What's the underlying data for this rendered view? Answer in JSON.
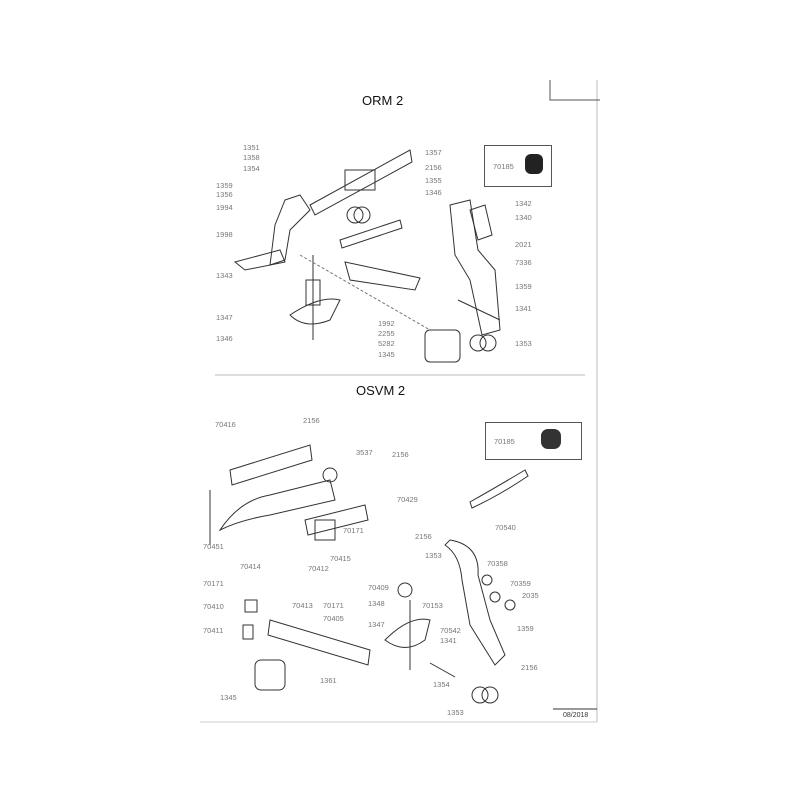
{
  "sections": {
    "orm": {
      "title": "ORM 2",
      "labels": [
        "1351",
        "1358",
        "1354",
        "1359",
        "1356",
        "1994",
        "1998",
        "1343",
        "1347",
        "1346",
        "1992",
        "2255",
        "5282",
        "1345",
        "1357",
        "2156",
        "1355",
        "1346",
        "1342",
        "1340",
        "2021",
        "7336",
        "1359",
        "1341",
        "1353"
      ],
      "inset_label": "70185"
    },
    "osvm": {
      "title": "OSVM 2",
      "labels": [
        "70416",
        "2156",
        "3537",
        "2156",
        "70429",
        "70451",
        "70171",
        "2156",
        "70415",
        "1353",
        "70414",
        "70412",
        "70171",
        "70413",
        "70171",
        "70409",
        "70410",
        "70411",
        "70405",
        "1348",
        "1347",
        "70153",
        "70358",
        "70359",
        "2035",
        "70540",
        "70542",
        "1341",
        "1359",
        "1354",
        "2156",
        "1353",
        "1345",
        "1361"
      ],
      "inset_label": "70185"
    }
  },
  "footer": {
    "date": "08/2018"
  }
}
